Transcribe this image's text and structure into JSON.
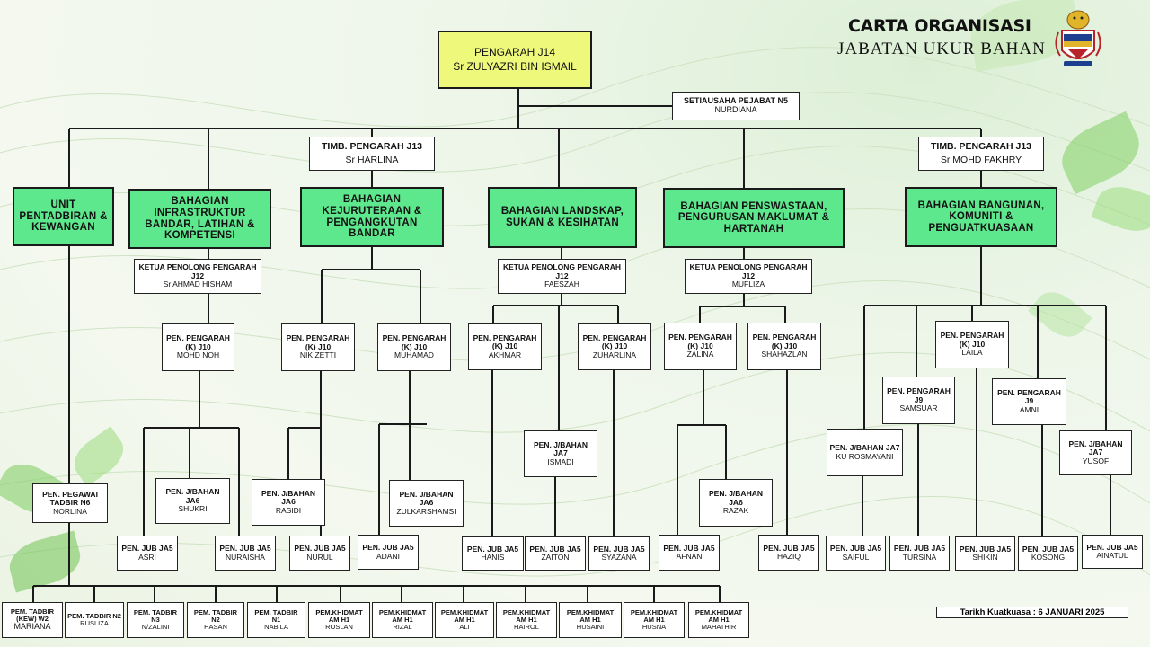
{
  "header": {
    "title": "CARTA ORGANISASI",
    "subtitle": "JABATAN UKUR BAHAN",
    "effective_date": "Tarikh Kuatkuasa : 6 JANUARI 2025"
  },
  "colors": {
    "section": "#5ee88e",
    "director": "#eef97b",
    "line": "#1a1a1a"
  },
  "nodes": {
    "director": {
      "title": "PENGARAH  J14",
      "name": "Sr ZULYAZRI BIN ISMAIL"
    },
    "secretary": {
      "title": "SETIAUSAHA PEJABAT N5",
      "name": "NURDIANA"
    },
    "deputy1": {
      "title": "TIMB. PENGARAH  J13",
      "name": "Sr HARLINA"
    },
    "deputy2": {
      "title": "TIMB. PENGARAH  J13",
      "name": "Sr MOHD FAKHRY"
    },
    "unit_admin": {
      "label": "UNIT PENTADBIRAN & KEWANGAN"
    },
    "sec_infra": {
      "label": "BAHAGIAN INFRASTRUKTUR BANDAR, LATIHAN & KOMPETENSI"
    },
    "sec_kej": {
      "label": "BAHAGIAN KEJURUTERAAN & PENGANGKUTAN BANDAR"
    },
    "sec_land": {
      "label": "BAHAGIAN LANDSKAP, SUKAN & KESIHATAN"
    },
    "sec_pens": {
      "label": "BAHAGIAN PENSWASTAAN, PENGURUSAN MAKLUMAT & HARTANAH"
    },
    "sec_bang": {
      "label": "BAHAGIAN BANGUNAN, KOMUNITI & PENGUATKUASAAN"
    },
    "kp1": {
      "title": "KETUA PENOLONG PENGARAH J12",
      "name": "Sr AHMAD HISHAM"
    },
    "kp2": {
      "title": "KETUA PENOLONG PENGARAH J12",
      "name": "FAESZAH"
    },
    "kp3": {
      "title": "KETUA PENOLONG PENGARAH J12",
      "name": "MUFLIZA"
    },
    "pp_mohdnoh": {
      "title": "PEN. PENGARAH (K) J10",
      "name": "MOHD NOH"
    },
    "pp_nikzetti": {
      "title": "PEN. PENGARAH (K) J10",
      "name": "NIK ZETTI"
    },
    "pp_muhamad": {
      "title": "PEN. PENGARAH (K) J10",
      "name": "MUHAMAD"
    },
    "pp_akhmar": {
      "title": "PEN. PENGARAH (K) J10",
      "name": "AKHMAR"
    },
    "pp_zuharlina": {
      "title": "PEN. PENGARAH (K) J10",
      "name": "ZUHARLINA"
    },
    "pp_zalina": {
      "title": "PEN. PENGARAH (K) J10",
      "name": "ZALINA"
    },
    "pp_shahazlan": {
      "title": "PEN. PENGARAH (K) J10",
      "name": "SHAHAZLAN"
    },
    "pp_laila": {
      "title": "PEN. PENGARAH (K) J10",
      "name": "LAILA"
    },
    "pp_samsuar": {
      "title": "PEN. PENGARAH J9",
      "name": "SAMSUAR"
    },
    "pp_amni": {
      "title": "PEN. PENGARAH J9",
      "name": "AMNI"
    },
    "jb_ismadi": {
      "title": "PEN. J/BAHAN JA7",
      "name": "ISMADI"
    },
    "jb_kurosmayani": {
      "title": "PEN. J/BAHAN JA7",
      "name": "KU ROSMAYANI"
    },
    "jb_yusof": {
      "title": "PEN. J/BAHAN JA7",
      "name": "YUSOF"
    },
    "jb_shukri": {
      "title": "PEN. J/BAHAN JA6",
      "name": "SHUKRI"
    },
    "jb_rasidi": {
      "title": "PEN. J/BAHAN JA6",
      "name": "RASIDI"
    },
    "jb_zulkarshamsi": {
      "title": "PEN. J/BAHAN JA6",
      "name": "ZULKARSHAMSI"
    },
    "jb_razak": {
      "title": "PEN. J/BAHAN JA6",
      "name": "RAZAK"
    },
    "ppt_norlina": {
      "title": "PEN. PEGAWAI TADBIR N6",
      "name": "NORLINA"
    },
    "ja5_asri": {
      "title": "PEN. JUB JA5",
      "name": "ASRI"
    },
    "ja5_nuraisha": {
      "title": "PEN. JUB JA5",
      "name": "NURAISHA"
    },
    "ja5_nurul": {
      "title": "PEN. JUB JA5",
      "name": "NURUL"
    },
    "ja5_adani": {
      "title": "PEN. JUB JA5",
      "name": "ADANI"
    },
    "ja5_hanis": {
      "title": "PEN. JUB JA5",
      "name": "HANIS"
    },
    "ja5_zaiton": {
      "title": "PEN. JUB JA5",
      "name": "ZAITON"
    },
    "ja5_syazana": {
      "title": "PEN. JUB JA5",
      "name": "SYAZANA"
    },
    "ja5_afnan": {
      "title": "PEN. JUB JA5",
      "name": "AFNAN"
    },
    "ja5_haziq": {
      "title": "PEN. JUB JA5",
      "name": "HAZIQ"
    },
    "ja5_saiful": {
      "title": "PEN. JUB JA5",
      "name": "SAIFUL"
    },
    "ja5_tursina": {
      "title": "PEN. JUB JA5",
      "name": "TURSINA"
    },
    "ja5_shikin": {
      "title": "PEN. JUB JA5",
      "name": "SHIKIN"
    },
    "ja5_kosong": {
      "title": "PEN. JUB JA5",
      "name": "KOSONG"
    },
    "ja5_ainatul": {
      "title": "PEN. JUB JA5",
      "name": "AINATUL"
    },
    "st_mariana": {
      "title": "PEM. TADBIR (KEW) W2",
      "name": "MARIANA"
    },
    "st_rusliza": {
      "title": "PEM. TADBIR N2",
      "name": "RUSLIZA"
    },
    "st_nzalini": {
      "title": "PEM. TADBIR N3",
      "name": "N/ZALINI"
    },
    "st_hasan": {
      "title": "PEM. TADBIR N2",
      "name": "HASAN"
    },
    "st_nabila": {
      "title": "PEM. TADBIR N1",
      "name": "NABILA"
    },
    "st_roslan": {
      "title": "PEM.KHIDMAT AM H1",
      "name": "ROSLAN"
    },
    "st_rizal": {
      "title": "PEM.KHIDMAT AM H1",
      "name": "RIZAL"
    },
    "st_ali": {
      "title": "PEM.KHIDMAT AM H1",
      "name": "ALI"
    },
    "st_hairol": {
      "title": "PEM.KHIDMAT AM H1",
      "name": "HAIROL"
    },
    "st_husaini": {
      "title": "PEM.KHIDMAT AM H1",
      "name": "HUSAINI"
    },
    "st_husna": {
      "title": "PEM.KHIDMAT AM H1",
      "name": "HUSNA"
    },
    "st_mahathir": {
      "title": "PEM.KHIDMAT AM H1",
      "name": "MAHATHIR"
    }
  }
}
